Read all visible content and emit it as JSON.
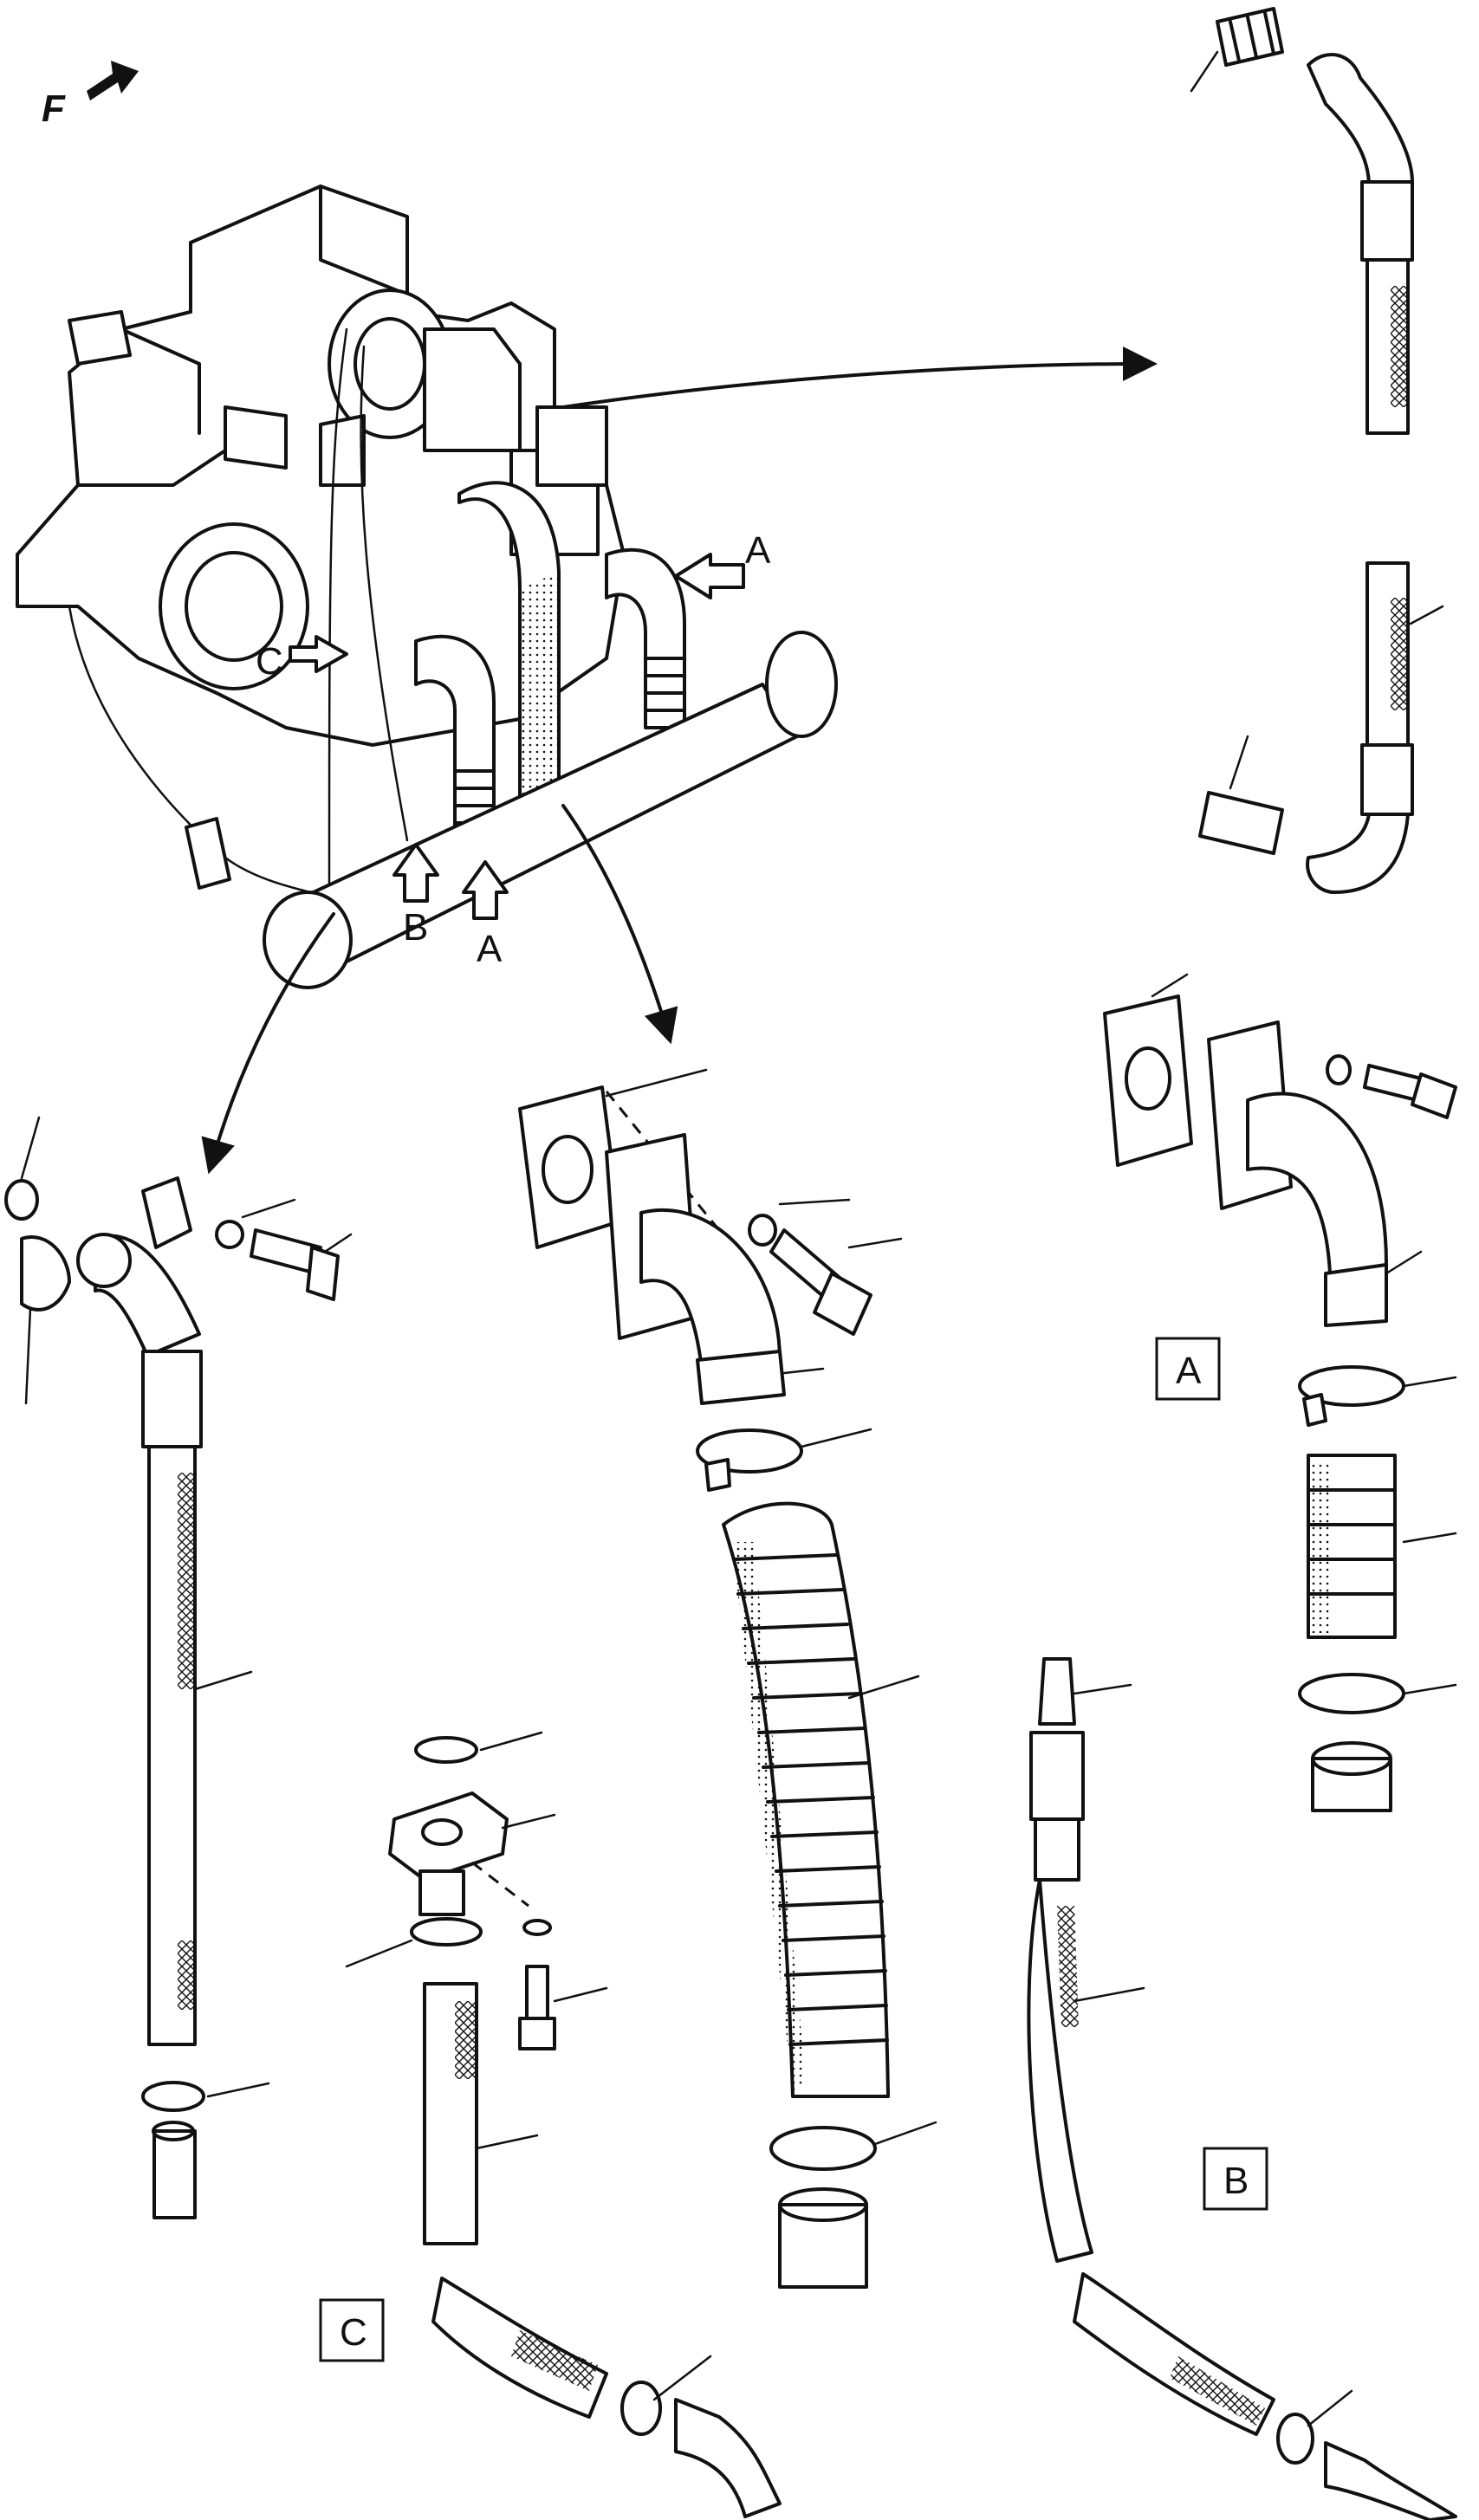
{
  "orientation": {
    "label": "F",
    "icon": "forward-arrow-icon"
  },
  "callouts": [
    {
      "id": "A",
      "text": "A"
    },
    {
      "id": "A2",
      "text": "A"
    },
    {
      "id": "B",
      "text": "B"
    },
    {
      "id": "C",
      "text": "C"
    }
  ],
  "detail_boxes": [
    {
      "id": "box-A",
      "text": "A"
    },
    {
      "id": "box-B",
      "text": "B"
    },
    {
      "id": "box-C",
      "text": "C"
    }
  ],
  "colors": {
    "ink": "#111111",
    "paper": "#ffffff"
  }
}
